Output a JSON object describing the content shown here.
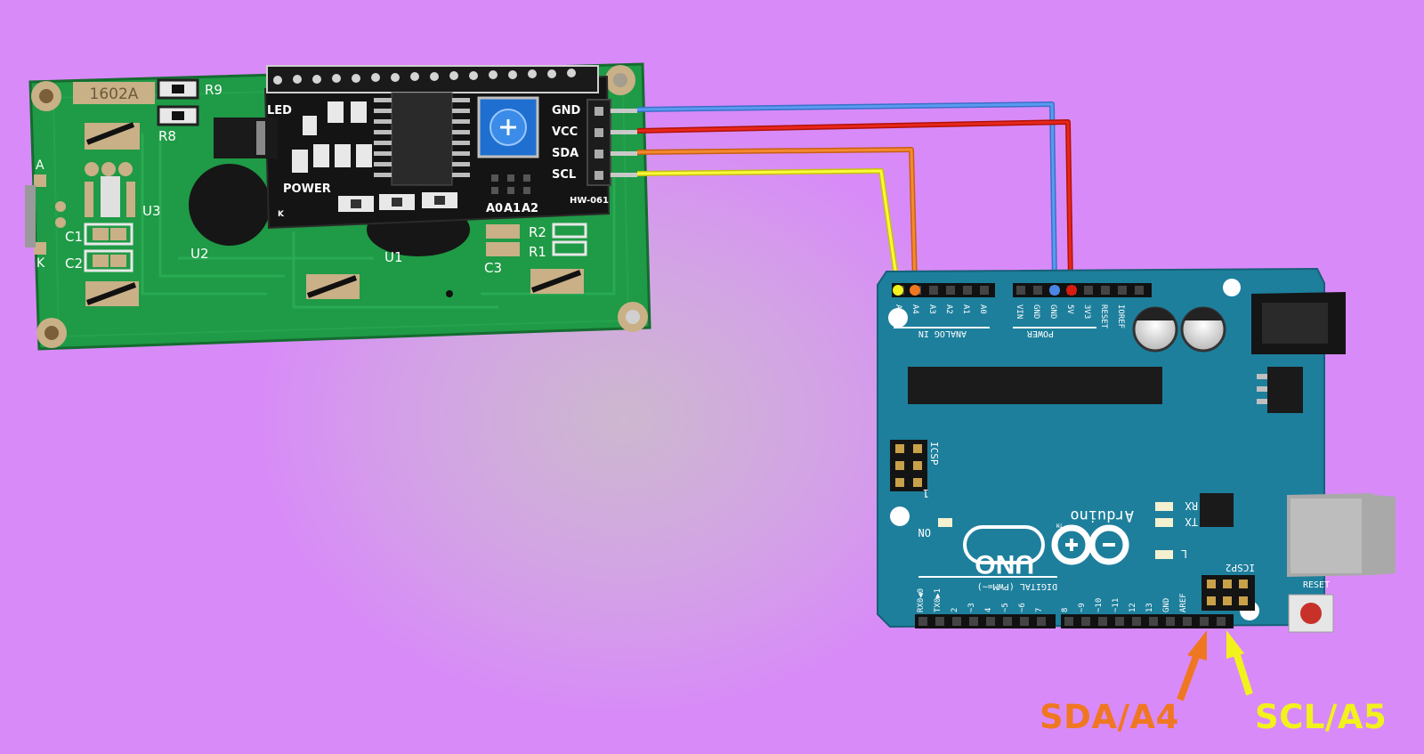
{
  "colors": {
    "background": "#d98af9",
    "lcd_pcb": "#1f9a46",
    "i2c_module": "#141414",
    "arduino": "#1d7f9c",
    "wire_gnd": "#4a86e8",
    "wire_vcc": "#d81c10",
    "wire_sda": "#f07722",
    "wire_scl": "#f2f21c"
  },
  "lcd_module": {
    "model": "1602A",
    "labels": {
      "r9": "R9",
      "r8": "R8",
      "r2": "R2",
      "r1": "R1",
      "u1": "U1",
      "u2": "U2",
      "u3": "U3",
      "c1": "C1",
      "c2": "C2",
      "c3": "C3",
      "a": "A",
      "k": "K"
    }
  },
  "i2c_module": {
    "led": "LED",
    "power": "POWER",
    "k": "K",
    "a0": "A0",
    "a1": "A1",
    "a2": "A2",
    "model": "HW-061",
    "pins": [
      "GND",
      "VCC",
      "SDA",
      "SCL"
    ]
  },
  "arduino": {
    "name": "UNO",
    "brand": "Arduino",
    "tm": "TM",
    "analog_pins": [
      "A5",
      "A4",
      "A3",
      "A2",
      "A1",
      "A0"
    ],
    "analog_label": "ANALOG IN",
    "power_pins": [
      "VIN",
      "GND",
      "GND",
      "5V",
      "3V3",
      "RESET",
      "IOREF"
    ],
    "power_label": "POWER",
    "icsp": "ICSP",
    "icsp2": "ICSP2",
    "icsp_one": "1",
    "on": "ON",
    "rx": "RX",
    "tx": "TX",
    "l": "L",
    "reset": "RESET",
    "digital_label": "DIGITAL (PWM=~)",
    "digital_pins": [
      "RX0◀0",
      "TX0▶1",
      "2",
      "~3",
      "4",
      "~5",
      "~6",
      "7",
      "8",
      "~9",
      "~10",
      "~11",
      "12",
      "13",
      "GND",
      "AREF"
    ]
  },
  "callouts": {
    "sda": "SDA/A4",
    "scl": "SCL/A5"
  }
}
